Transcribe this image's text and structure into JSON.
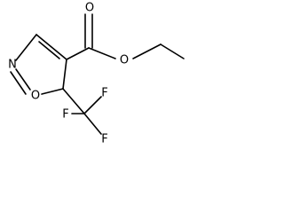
{
  "molecule": {
    "atoms": {
      "ring_n": "N",
      "ring_o": "O",
      "carbonyl_o": "O",
      "ester_o": "O",
      "f_left": "F",
      "f_top": "F",
      "f_right": "F"
    }
  }
}
